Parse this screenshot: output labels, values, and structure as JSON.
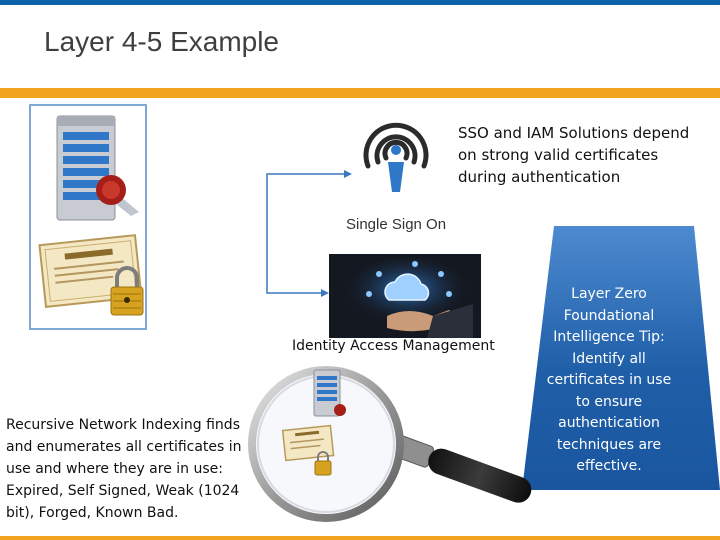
{
  "slide": {
    "title": "Layer 4-5 Example"
  },
  "sso": {
    "logo_icon": "single-sign-on-broadcast-icon",
    "label": "Single Sign On",
    "description": "SSO and IAM Solutions depend on strong valid certificates during authentication"
  },
  "iam": {
    "image": "cloud-hand-users-icon",
    "label": "Identity Access Management"
  },
  "tip": {
    "text": "Layer Zero Foundational Intelligence Tip: Identify all certificates in use to ensure authentication techniques are effective."
  },
  "indexing": {
    "text": "Recursive Network Indexing finds and enumerates all certificates in use and where they are in use: Expired, Self Signed, Weak (1024 bit), Forged, Known Bad."
  },
  "colors": {
    "brand_blue": "#0b62a9",
    "accent_orange": "#f2a41f",
    "tip_blue": "#1f5fa8"
  }
}
